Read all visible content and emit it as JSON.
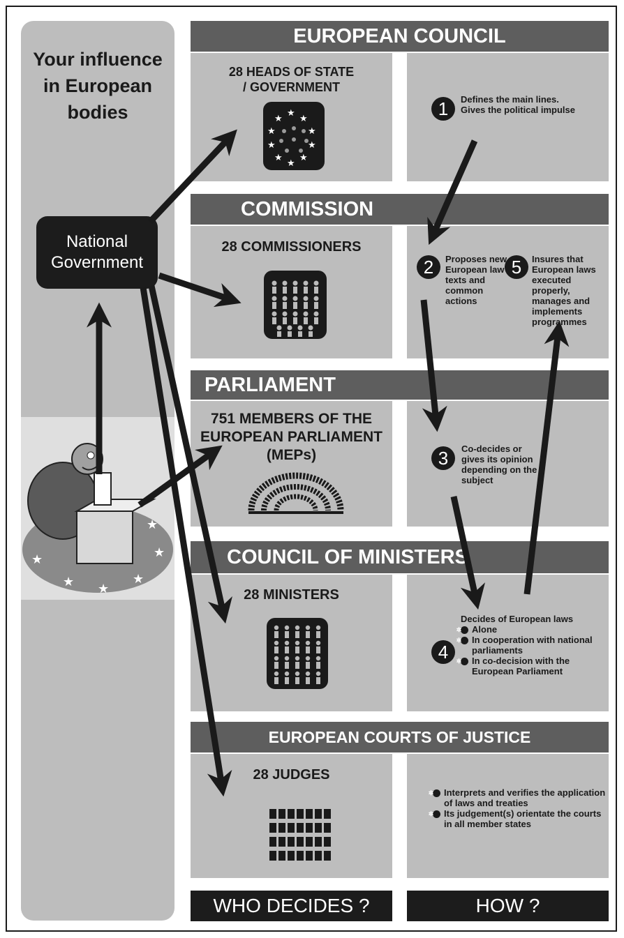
{
  "sidebar": {
    "title_lines": [
      "Your influence",
      "in European",
      "bodies"
    ],
    "national_government_lines": [
      "National",
      "Government"
    ]
  },
  "sections": [
    {
      "header": "EUROPEAN COUNCIL",
      "who_lines": [
        "28 HEADS OF STATE",
        "/ GOVERNMENT"
      ]
    },
    {
      "header": "COMMISSION",
      "who_lines": [
        "28 COMMISSIONERS"
      ]
    },
    {
      "header": "PARLIAMENT",
      "who_lines": [
        "751 MEMBERS OF THE",
        "EUROPEAN PARLIAMENT",
        "(MEPs)"
      ]
    },
    {
      "header": "COUNCIL OF MINISTERS",
      "who_lines": [
        "28 MINISTERS"
      ]
    },
    {
      "header": "EUROPEAN COURTS OF JUSTICE",
      "who_lines": [
        "28 JUDGES"
      ]
    }
  ],
  "steps": {
    "s1": {
      "num": "1",
      "lines": [
        "Defines the main lines.",
        "Gives the political impulse"
      ]
    },
    "s2": {
      "num": "2",
      "lines": [
        "Proposes new",
        "European law",
        "texts and common",
        "actions"
      ]
    },
    "s5": {
      "num": "5",
      "lines": [
        "Insures that",
        "European laws",
        "executed properly,",
        "manages and",
        "implements",
        "programmes"
      ]
    },
    "s3": {
      "num": "3",
      "lines": [
        "Co-decides or",
        "gives its opinion",
        "depending on the",
        "subject"
      ]
    },
    "s4": {
      "num": "4",
      "title": "Decides of European laws",
      "bullets": [
        "Alone",
        "In cooperation with national parliaments",
        "In co-decision with the European Parliament"
      ]
    },
    "courts": {
      "bullets": [
        "Interprets and verifies the application of laws and treaties",
        "Its judgement(s) orientate the courts in all member states"
      ]
    }
  },
  "footer": {
    "who": "WHO DECIDES ?",
    "how": "HOW ?"
  },
  "colors": {
    "header": "#5e5e5e",
    "cell": "#bdbdbd",
    "dark": "#1c1c1c"
  }
}
